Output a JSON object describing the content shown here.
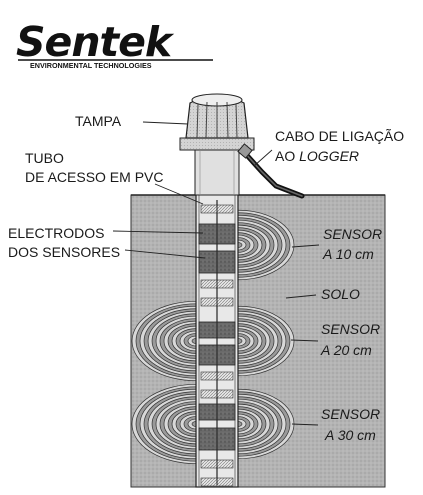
{
  "logo": {
    "brand": "Sentek",
    "tagline": "ENVIRONMENTAL TECHNOLOGIES"
  },
  "labels": {
    "tampa": "TAMPA",
    "cabo_line1": "CABO DE LIGAÇÃO",
    "cabo_line2_prefix": "AO ",
    "cabo_line2_italic": "LOGGER",
    "tubo_line1": "TUBO",
    "tubo_line2": "DE ACESSO EM PVC",
    "electrodos_line1": "ELECTRODOS",
    "electrodos_line2": "DOS SENSORES",
    "solo": "SOLO"
  },
  "sensors": [
    {
      "line1": "SENSOR",
      "line2": "A 10 cm"
    },
    {
      "line1": "SENSOR",
      "line2": "A 20 cm"
    },
    {
      "line1": "SENSOR",
      "line2": "A 30 cm"
    }
  ]
}
